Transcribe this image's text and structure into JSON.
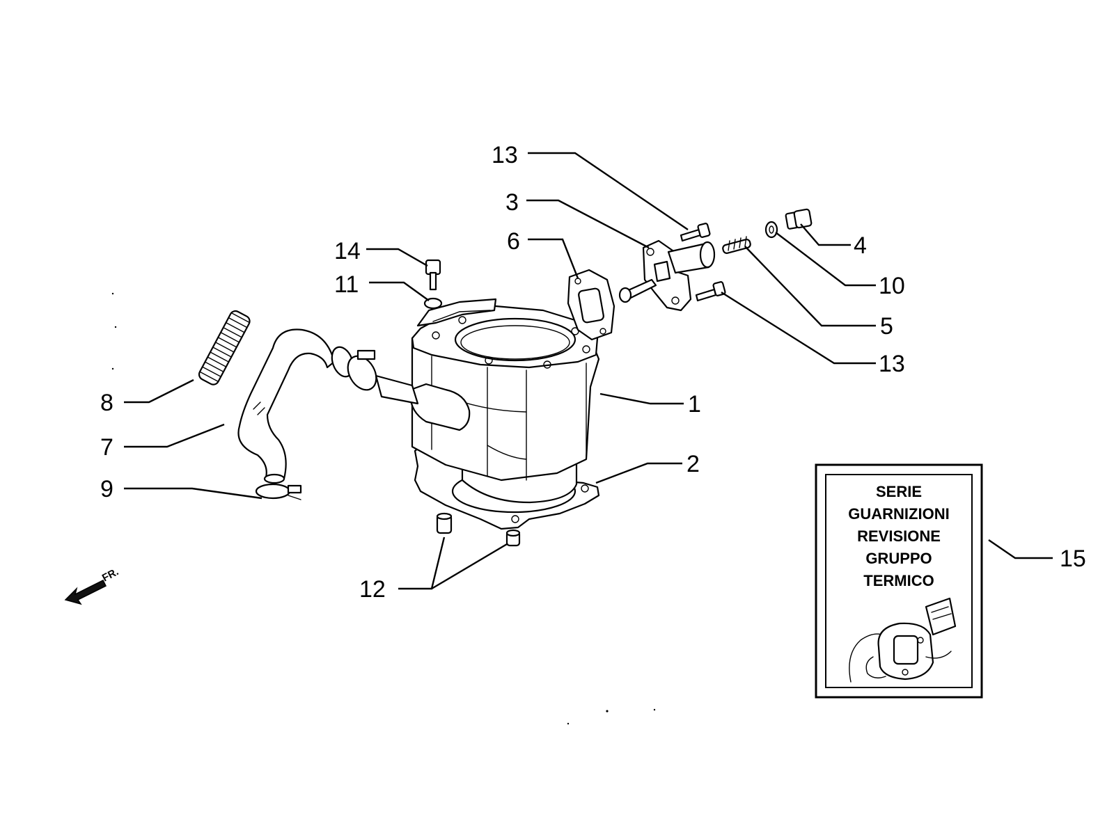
{
  "diagram": {
    "callouts": [
      {
        "id": "13-top",
        "label": "13"
      },
      {
        "id": "3",
        "label": "3"
      },
      {
        "id": "6",
        "label": "6"
      },
      {
        "id": "14",
        "label": "14"
      },
      {
        "id": "11",
        "label": "11"
      },
      {
        "id": "4",
        "label": "4"
      },
      {
        "id": "10",
        "label": "10"
      },
      {
        "id": "5",
        "label": "5"
      },
      {
        "id": "13-bottom",
        "label": "13"
      },
      {
        "id": "1",
        "label": "1"
      },
      {
        "id": "2",
        "label": "2"
      },
      {
        "id": "8",
        "label": "8"
      },
      {
        "id": "7",
        "label": "7"
      },
      {
        "id": "9",
        "label": "9"
      },
      {
        "id": "12",
        "label": "12"
      },
      {
        "id": "15",
        "label": "15"
      }
    ],
    "gasket_kit": {
      "lines": [
        "SERIE",
        "GUARNIZIONI",
        "REVISIONE",
        "GRUPPO",
        "TERMICO"
      ]
    },
    "front_arrow": {
      "label": "FR."
    },
    "icons": [
      "front-direction-arrow-icon"
    ]
  }
}
